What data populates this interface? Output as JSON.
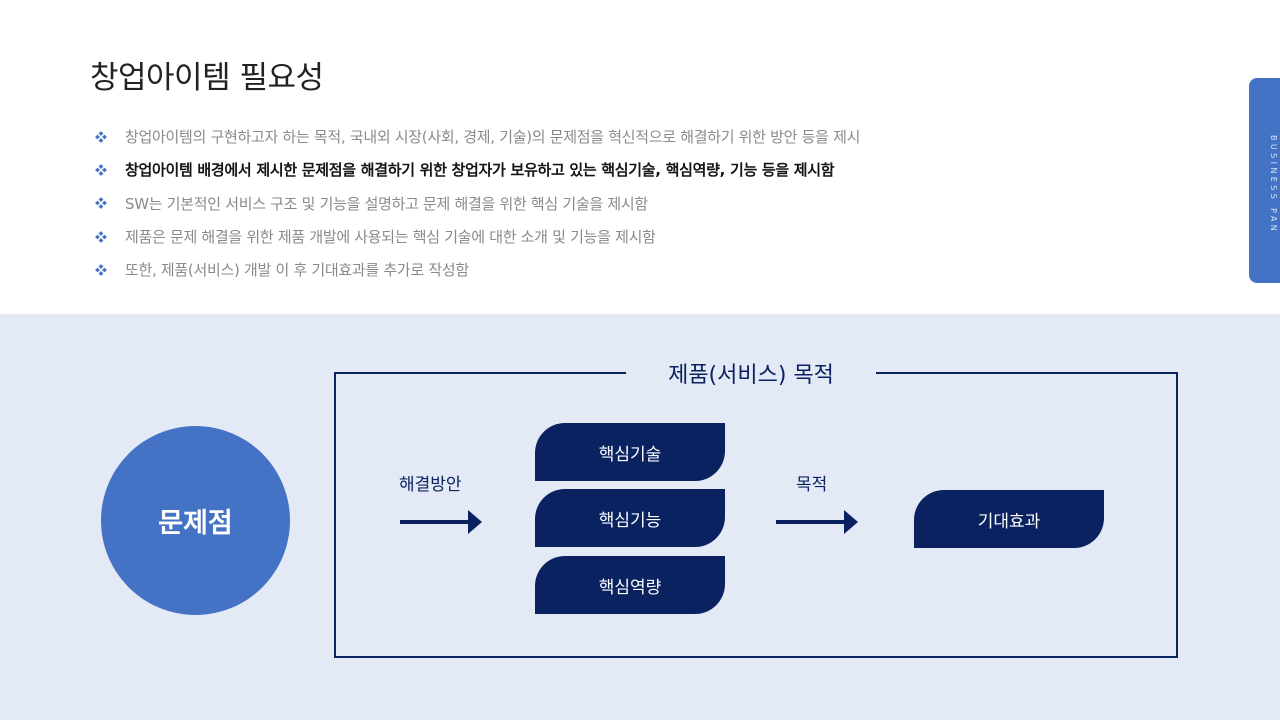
{
  "title": "창업아이템 필요성",
  "bullets": [
    {
      "text": "창업아이템의 구현하고자 하는 목적, 국내외 시장(사회, 경제, 기술)의 문제점을 혁신적으로 해결하기 위한 방안 등을 제시",
      "emphasis": false
    },
    {
      "text": "창업아이템 배경에서 제시한 문제점을 해결하기 위한 창업자가 보유하고 있는 핵심기술, 핵심역량, 기능 등을 제시함",
      "emphasis": true
    },
    {
      "text": "SW는 기본적인 서비스 구조 및 기능을 설명하고 문제 해결을 위한 핵심 기술을 제시함",
      "emphasis": false
    },
    {
      "text": "제품은 문제 해결을 위한 제품 개발에 사용되는 핵심 기술에 대한 소개 및 기능을 제시함",
      "emphasis": false
    },
    {
      "text": "또한, 제품(서비스) 개발 이 후 기대효과를 추가로 작성함",
      "emphasis": false
    }
  ],
  "side_tab": "BUSINESS PAN",
  "diagram": {
    "problem": "문제점",
    "frame_title": "제품(서비스) 목적",
    "solution_label": "해결방안",
    "purpose_label": "목적",
    "core": [
      "핵심기술",
      "핵심기능",
      "핵심역량"
    ],
    "effect": "기대효과"
  },
  "colors": {
    "navy": "#0b2260",
    "blue": "#4472c4",
    "band": "#e3e9f5",
    "bullet_icon": "#4472c4"
  },
  "icons": {
    "bullet": "diamond-bullet-icon",
    "arrow": "arrow-right-icon"
  }
}
